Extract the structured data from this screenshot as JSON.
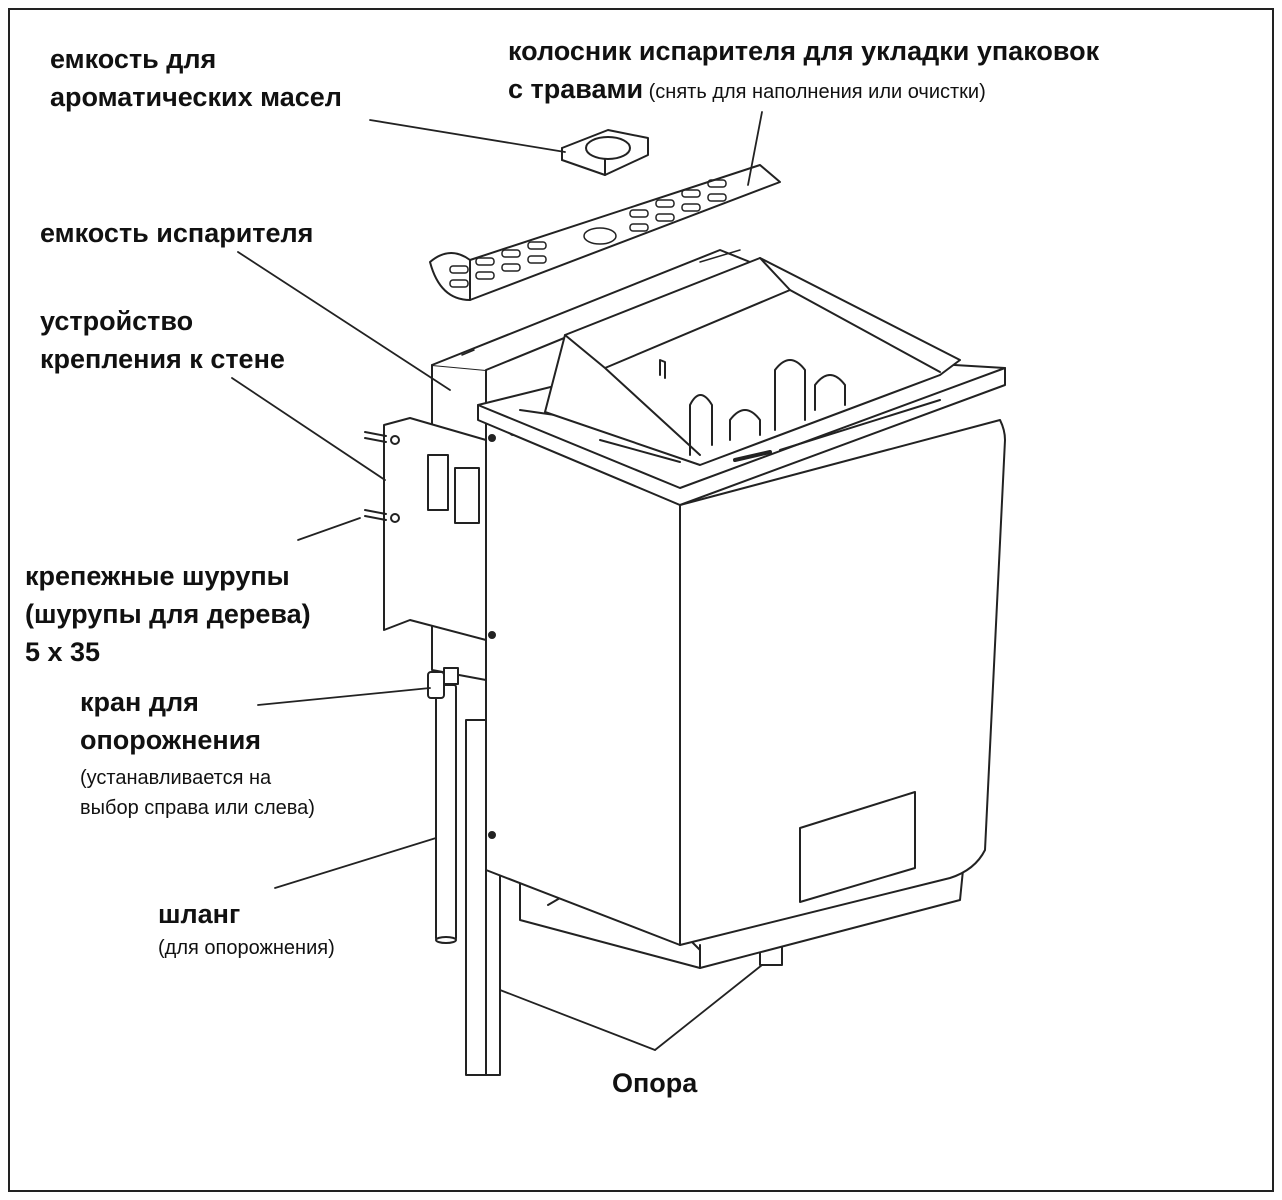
{
  "labels": {
    "aroma_tank": {
      "line1": "емкость для",
      "line2": "ароматических масел"
    },
    "herb_grate": {
      "line1": "колосник испарителя для укладки упаковок",
      "line2_bold": "с травами",
      "line2_note": " (снять для наполнения или очистки)"
    },
    "evaporator_tank": {
      "text": "емкость испарителя"
    },
    "wall_mount": {
      "line1": "устройство",
      "line2": "крепления к стене"
    },
    "screws": {
      "line1": "крепежные шурупы",
      "line2": "(шурупы для дерева)",
      "line3": "5 x 35"
    },
    "drain_valve": {
      "line1": "кран для",
      "line2": "опорожнения",
      "note1": "(устанавливается на",
      "note2": "выбор справа или слева)"
    },
    "hose": {
      "line1": "шланг",
      "note": "(для опорожнения)"
    },
    "support": {
      "text": "Опора"
    }
  },
  "colors": {
    "line": "#222222",
    "fill": "#ffffff",
    "frame": "#222222"
  }
}
